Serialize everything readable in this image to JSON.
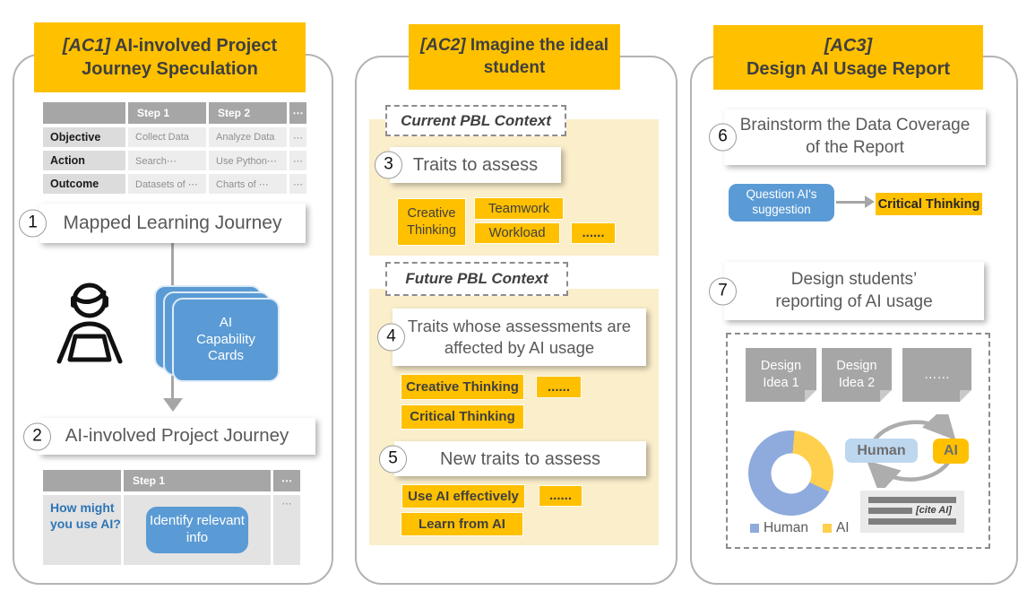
{
  "ac1": {
    "header": {
      "tag": "[AC1]",
      "title": "AI-involved Project Journey Speculation"
    },
    "plan_table": {
      "col_headers": [
        "Step 1",
        "Step 2",
        "⋯"
      ],
      "rows": [
        {
          "label": "Objective",
          "cells": [
            "Collect Data",
            "Analyze Data",
            "⋯"
          ]
        },
        {
          "label": "Action",
          "cells": [
            "Search⋯",
            "Use Python⋯",
            "⋯"
          ]
        },
        {
          "label": "Outcome",
          "cells": [
            "Datasets of ⋯",
            "Charts of ⋯",
            "⋯"
          ]
        }
      ]
    },
    "step1": {
      "num": "1",
      "label": "Mapped Learning Journey"
    },
    "cards_label": "AI Capability Cards",
    "step2": {
      "num": "2",
      "label": "AI-involved Project Journey"
    },
    "usage_table": {
      "col_headers": [
        "Step 1",
        "⋯"
      ],
      "row_label": "How might you use AI?",
      "action_chip": "Identify relevant info",
      "more": "⋯"
    }
  },
  "ac2": {
    "header": {
      "tag": "[AC2]",
      "title": "Imagine the ideal student"
    },
    "current_context": {
      "label": "Current PBL Context",
      "step": {
        "num": "3",
        "label": "Traits to assess"
      },
      "tags": [
        "Creative Thinking",
        "Teamwork",
        "Workload",
        "......"
      ]
    },
    "future_context": {
      "label": "Future PBL Context",
      "step_affected": {
        "num": "4",
        "label": "Traits whose assessments are affected by AI usage"
      },
      "affected_tags": [
        "Creative Thinking",
        "......",
        "Critical Thinking"
      ],
      "step_new": {
        "num": "5",
        "label": "New traits to assess"
      },
      "new_tags": [
        "Use AI effectively",
        "......",
        "Learn from AI"
      ]
    }
  },
  "ac3": {
    "header": {
      "tag": "[AC3]",
      "title": "Design AI Usage Report"
    },
    "step6": {
      "num": "6",
      "label": "Brainstorm the Data Coverage of the Report"
    },
    "example_flow": {
      "source": "Question AI's suggestion",
      "target": "Critical Thinking"
    },
    "step7": {
      "num": "7",
      "label": "Design students’ reporting of AI usage"
    },
    "design_ideas": [
      "Design Idea 1",
      "Design Idea 2",
      "……"
    ],
    "report_mock": {
      "cycle_left": "Human",
      "cycle_right": "AI",
      "cite_label": "[cite AI]"
    }
  },
  "chart_data": {
    "type": "pie",
    "title": "",
    "categories": [
      "Human",
      "AI"
    ],
    "values": [
      69,
      31
    ],
    "colors": [
      "#8FAADC",
      "#FFD04D"
    ],
    "legend_position": "bottom",
    "ai_slice_start_deg": 5,
    "ai_slice_end_deg": 116
  },
  "colors": {
    "accent_yellow": "#FFC000",
    "accent_blue": "#5B9BD5",
    "light_yellow": "#FAEECB",
    "light_blue": "#BDD7EE",
    "panel_border": "#B3B3B3"
  }
}
